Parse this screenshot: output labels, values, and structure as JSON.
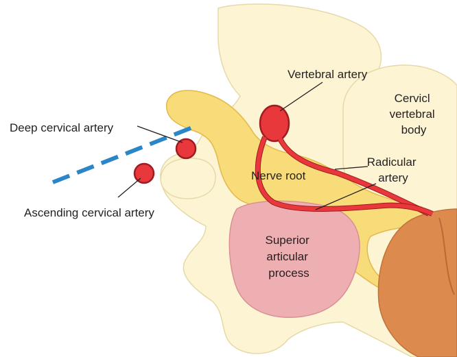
{
  "labels": {
    "vertebral_artery": "Vertebral artery",
    "cervical_body": [
      "Cervicl",
      "vertebral",
      "body"
    ],
    "deep_cervical_artery": "Deep cervical artery",
    "ascending_cervical_artery": "Ascending cervical artery",
    "nerve_root": "Nerve root",
    "radicular_artery": [
      "Radicular",
      "artery"
    ],
    "superior_articular_process": [
      "Superior",
      "articular",
      "process"
    ]
  },
  "colors": {
    "bone": "#fdf4d4",
    "bone_outline": "#e6d9a8",
    "nerve": "#f8dc7a",
    "nerve_outline": "#e2b94c",
    "artery": "#e8383b",
    "artery_outline": "#9e1b1e",
    "articular_process": "#eeafb2",
    "articular_outline": "#d98f95",
    "spinal_cord": "#dc8a4e",
    "dashed_line": "#2a86c6",
    "leader": "#231f20"
  }
}
